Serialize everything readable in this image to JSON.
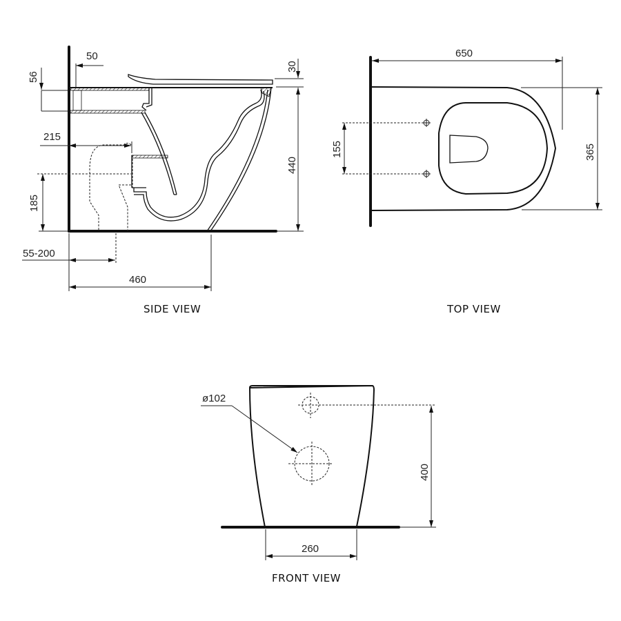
{
  "drawing": {
    "subject": "Back-to-wall toilet pan technical drawing",
    "units": "mm",
    "views": [
      {
        "id": "side",
        "title": "SIDE VIEW",
        "dimensions": {
          "wall_to_inlet_face": "50",
          "inlet_height": "56",
          "seat_thickness": "30",
          "overall_height": "440",
          "wall_to_outlet_face": "215",
          "outlet_centre_height": "185",
          "set_out_range": "55-200",
          "overall_depth": "460"
        }
      },
      {
        "id": "top",
        "title": "TOP VIEW",
        "dimensions": {
          "overall_length": "650",
          "overall_width": "365",
          "fixing_hole_spacing": "155"
        }
      },
      {
        "id": "front",
        "title": "FRONT VIEW",
        "dimensions": {
          "outlet_diameter": "ø102",
          "outlet_centre_height": "400",
          "base_width": "260"
        }
      }
    ]
  }
}
